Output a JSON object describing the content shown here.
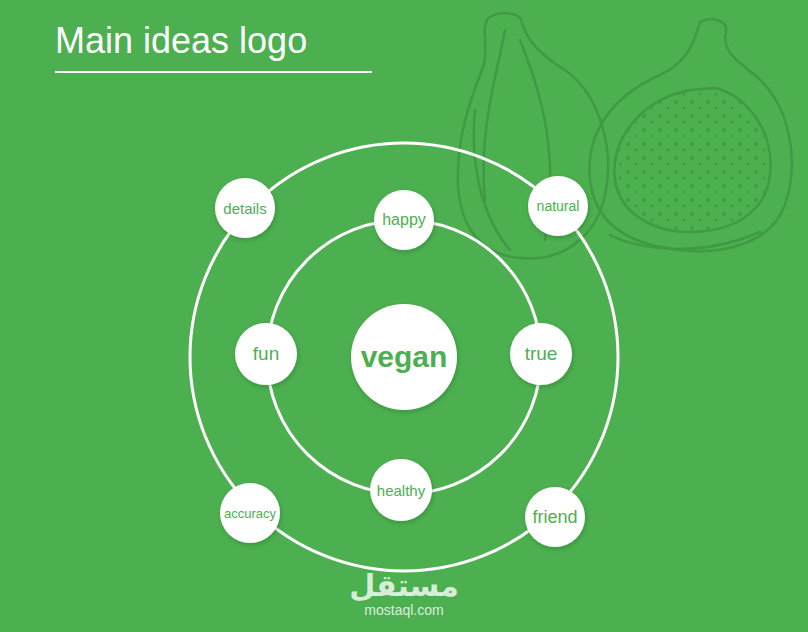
{
  "diagram": {
    "title": "Main ideas logo",
    "nodes": [
      {
        "text": [
          "details"
        ]
      },
      {
        "text": [
          "happy"
        ]
      },
      {
        "text": [
          "natural"
        ]
      },
      {
        "text": [
          "fun"
        ]
      },
      {
        "text": [
          "vegan"
        ]
      },
      {
        "text": [
          "true"
        ]
      },
      {
        "text": [
          "accuracy"
        ]
      },
      {
        "text": [
          "healthy"
        ]
      },
      {
        "text": [
          "friend"
        ]
      }
    ],
    "labels": [
      "مستقل",
      "mostaql.com"
    ]
  }
}
